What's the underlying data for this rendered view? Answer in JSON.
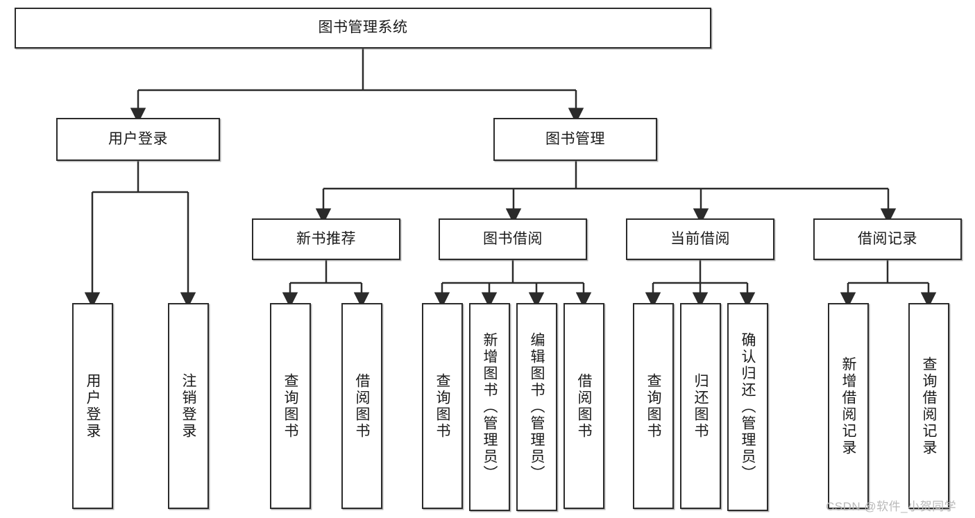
{
  "diagram": {
    "type": "tree-hierarchy-functional-structure",
    "root": {
      "label": "图书管理系统"
    },
    "level2": [
      {
        "label": "用户登录"
      },
      {
        "label": "图书管理"
      }
    ],
    "level3": [
      {
        "label": "新书推荐"
      },
      {
        "label": "图书借阅"
      },
      {
        "label": "当前借阅"
      },
      {
        "label": "借阅记录"
      }
    ],
    "leaves": {
      "user_login": [
        {
          "label": "用户登录"
        },
        {
          "label": "注销登录"
        }
      ],
      "new_book_recommend": [
        {
          "label": "查询图书"
        },
        {
          "label": "借阅图书"
        }
      ],
      "book_borrow": [
        {
          "label": "查询图书"
        },
        {
          "label": "新增图书（管理员）"
        },
        {
          "label": "编辑图书（管理员）"
        },
        {
          "label": "借阅图书"
        }
      ],
      "current_borrow": [
        {
          "label": "查询图书"
        },
        {
          "label": "归还图书"
        },
        {
          "label": "确认归还（管理员）"
        }
      ],
      "borrow_record": [
        {
          "label": "新增借阅记录"
        },
        {
          "label": "查询借阅记录"
        }
      ]
    }
  },
  "watermark": {
    "text": "CSDN @软件_小贺同学"
  },
  "colors": {
    "box_border": "#2b2b2b",
    "box_fill": "#ffffff",
    "text": "#1a1a1a",
    "edge": "#2b2b2b",
    "watermark": "#b9b9b9"
  }
}
